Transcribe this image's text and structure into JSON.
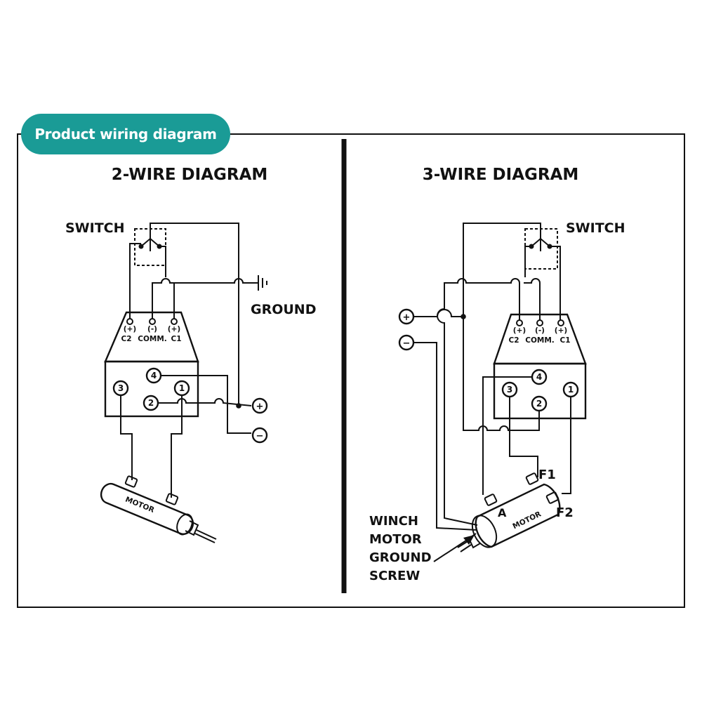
{
  "header": {
    "badge_text": "Product wiring diagram"
  },
  "two_wire": {
    "title": "2-WIRE DIAGRAM",
    "switch_label": "SWITCH",
    "ground_label": "GROUND",
    "terminals": {
      "c2_sign": "(+)",
      "comm_sign": "(-)",
      "c1_sign": "(+)",
      "c2": "C2",
      "comm": "COMM.",
      "c1": "C1"
    },
    "posts": [
      "4",
      "3",
      "1",
      "2"
    ],
    "plus": "+",
    "minus": "−",
    "motor_label": "MOTOR"
  },
  "three_wire": {
    "title": "3-WIRE DIAGRAM",
    "switch_label": "SWITCH",
    "terminals": {
      "c2_sign": "(+)",
      "comm_sign": "(-)",
      "c1_sign": "(+)",
      "c2": "C2",
      "comm": "COMM.",
      "c1": "C1"
    },
    "posts": [
      "4",
      "3",
      "1",
      "2"
    ],
    "plus": "+",
    "minus": "−",
    "motor_label": "MOTOR",
    "a_label": "A",
    "f1_label": "F1",
    "f2_label": "F2",
    "screw_label": [
      "WINCH",
      "MOTOR",
      "GROUND",
      "SCREW"
    ]
  },
  "colors": {
    "badge": "#1a9b96",
    "ink": "#111111"
  }
}
